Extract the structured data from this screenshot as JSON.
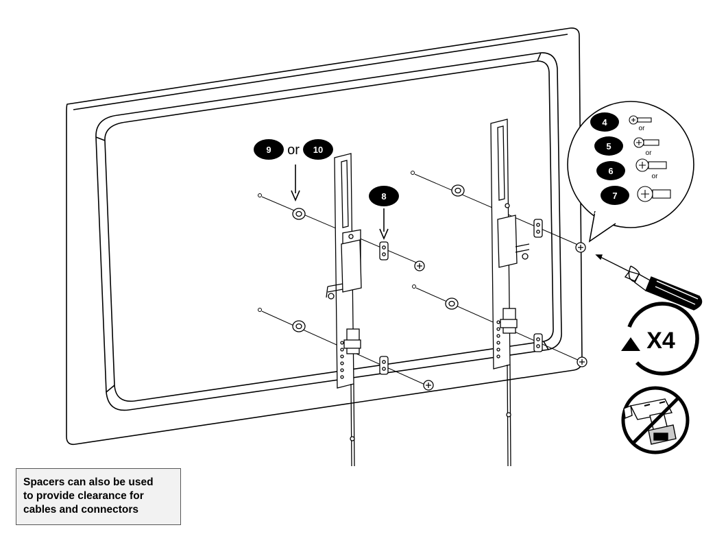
{
  "badges": {
    "b9": "9",
    "b10": "10",
    "b8": "8",
    "b4": "4",
    "b5": "5",
    "b6": "6",
    "b7": "7"
  },
  "or_word": "or",
  "repeat_label": "X4",
  "note": {
    "line1": "Spacers can also be used",
    "line2": "to provide clearance for",
    "line3": "cables and connectors"
  },
  "colors": {
    "ink": "#000000",
    "badge_fill": "#000000",
    "note_background": "#f2f2f2"
  },
  "icons": [
    "screwdriver-icon",
    "rotate-clockwise-icon",
    "no-power-drill-icon",
    "screw-icon",
    "washer-icon",
    "spacer-icon"
  ]
}
